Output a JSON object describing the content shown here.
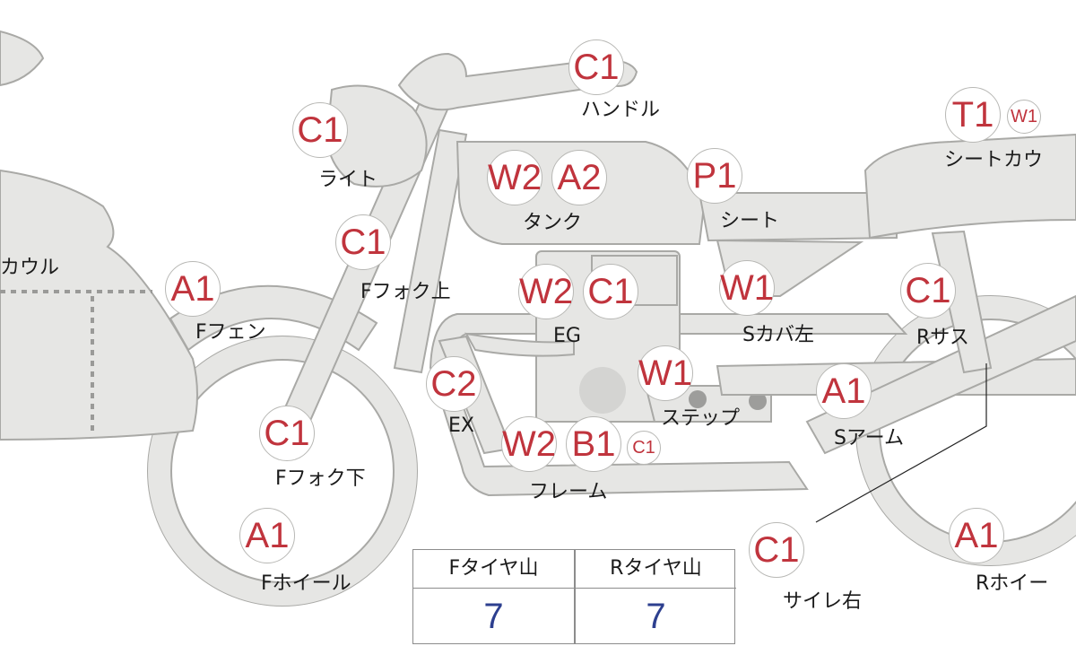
{
  "parts": {
    "handle": {
      "badges": [
        "C1"
      ],
      "label": "ハンドル"
    },
    "light": {
      "badges": [
        "C1"
      ],
      "label": "ライト"
    },
    "tank": {
      "badges": [
        "W2",
        "A2"
      ],
      "label": "タンク"
    },
    "seat": {
      "badges": [
        "P1"
      ],
      "label": "シート"
    },
    "seat_cowl": {
      "badges": [
        "T1",
        "W1"
      ],
      "label": "シートカウ"
    },
    "cowl": {
      "label": "カウル"
    },
    "f_fender": {
      "badges": [
        "A1"
      ],
      "label": "Fフェン"
    },
    "f_fork_up": {
      "badges": [
        "C1"
      ],
      "label": "Fフォク上"
    },
    "engine": {
      "badges": [
        "W2",
        "C1"
      ],
      "label": "EG"
    },
    "s_cover_l": {
      "badges": [
        "W1"
      ],
      "label": "Sカバ左"
    },
    "r_sus": {
      "badges": [
        "C1"
      ],
      "label": "Rサス"
    },
    "ex": {
      "badges": [
        "C2"
      ],
      "label": "EX"
    },
    "step": {
      "badges": [
        "W1"
      ],
      "label": "ステップ"
    },
    "s_arm": {
      "badges": [
        "A1"
      ],
      "label": "Sアーム"
    },
    "f_fork_low": {
      "badges": [
        "C1"
      ],
      "label": "Fフォク下"
    },
    "frame": {
      "badges": [
        "W2",
        "B1",
        "C1"
      ],
      "label": "フレーム"
    },
    "f_wheel": {
      "badges": [
        "A1"
      ],
      "label": "Fホイール"
    },
    "side_mirror": {
      "badges": [
        "C1"
      ],
      "label": "サイレ右"
    },
    "r_wheel": {
      "badges": [
        "A1"
      ],
      "label": "Rホイー"
    }
  },
  "tyre_table": {
    "front": {
      "header": "Fタイヤ山",
      "value": "7"
    },
    "rear": {
      "header": "Rタイヤ山",
      "value": "7"
    }
  },
  "colors": {
    "badge_text": "#c0343d",
    "part_fill": "#e6e6e4",
    "part_outline": "#a9a9a6",
    "table_value": "#2d3f8f"
  }
}
